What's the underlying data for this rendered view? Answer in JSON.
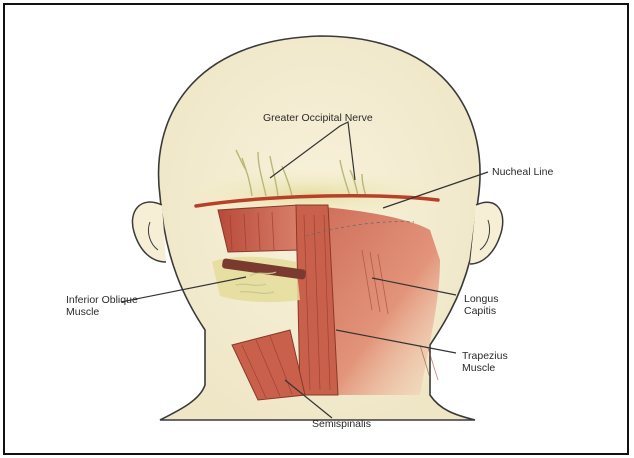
{
  "labels": {
    "greater_occipital_nerve": "Greater Occipital Nerve",
    "nucheal_line": "Nucheal Line",
    "inferior_oblique_muscle": "Inferior Oblique\nMuscle",
    "longus_capitis": "Longus\nCapitis",
    "trapezius_muscle": "Trapezius\nMuscle",
    "semispinalis": "Semispinalis"
  },
  "colors": {
    "skin": "#f6efd6",
    "outline": "#3a3a3a",
    "muscle": "#d0705a",
    "muscle_dark": "#a8483a",
    "nucheal_line": "#b8402a",
    "nerve": "#c8c890",
    "leader": "#333333"
  }
}
